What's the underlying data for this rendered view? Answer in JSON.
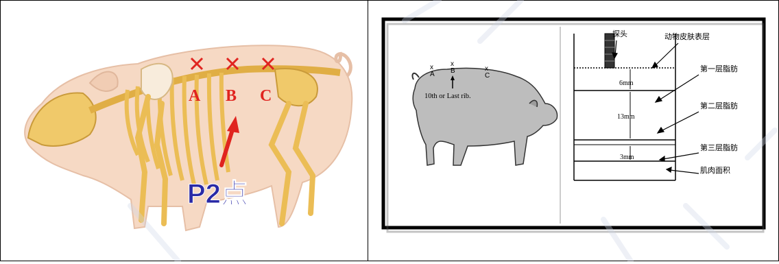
{
  "left_figure": {
    "points": [
      "A",
      "B",
      "C"
    ],
    "p2_label": "P2点",
    "colors": {
      "marker": "#e0241f",
      "p2": "#2a2aa6",
      "bone": "#f0c96a",
      "skin": "#f6d9c4"
    }
  },
  "right_figure": {
    "pig": {
      "marks": [
        "A",
        "B",
        "C"
      ],
      "rib_label": "10th or Last rib."
    },
    "layers": {
      "probe": "探头",
      "skin": "动物皮肤表层",
      "fat1": "第一层脂肪",
      "fat2": "第二层脂肪",
      "fat3": "第三层脂肪",
      "muscle": "肌肉面积"
    },
    "measurements": {
      "m1": "6mm",
      "m2": "13mm",
      "m3": "3mm"
    }
  }
}
